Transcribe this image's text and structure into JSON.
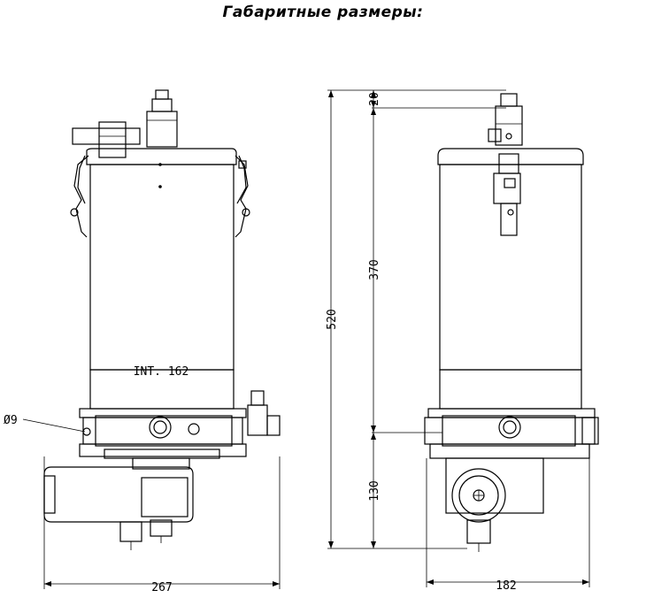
{
  "title": "Габаритные размеры:",
  "dimensions": {
    "inner_diameter": "INT. 162",
    "hole_diameter": "Ø9",
    "overall_width_front": "267",
    "overall_width_side": "182",
    "total_height": "520",
    "top_offset": "20",
    "reservoir_height": "370",
    "base_height": "130"
  }
}
